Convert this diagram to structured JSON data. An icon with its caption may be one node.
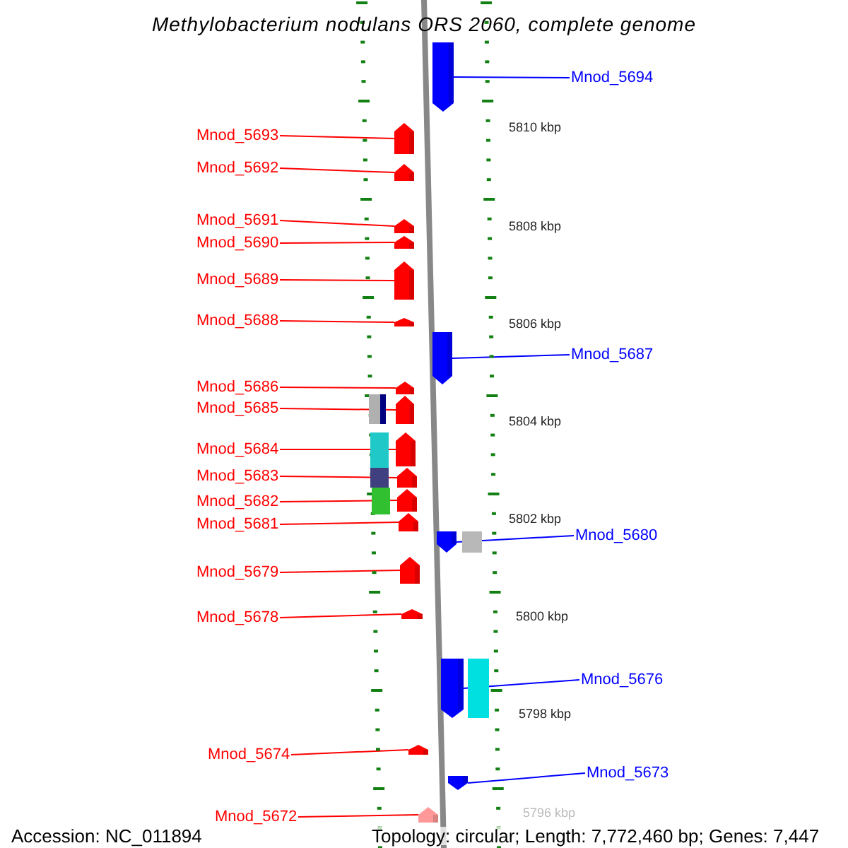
{
  "diagram": {
    "title": "Methylobacterium nodulans ORS 2060, complete genome",
    "nodes": [
      {
        "text": [
          "Mnod_5694"
        ]
      },
      {
        "text": [],
        "shape": "arrow"
      },
      {
        "text": [
          "Mnod_5693"
        ]
      },
      {
        "text": [],
        "shape": "arrow"
      },
      {
        "text": [
          "Mnod_5692"
        ]
      },
      {
        "text": [],
        "shape": "arrow"
      },
      {
        "text": [
          "Mnod_5691"
        ]
      },
      {
        "text": [],
        "shape": "arrow"
      },
      {
        "text": [
          "Mnod_5690"
        ]
      },
      {
        "text": [],
        "shape": "arrow"
      },
      {
        "text": [
          "Mnod_5689"
        ]
      },
      {
        "text": [],
        "shape": "arrow"
      },
      {
        "text": [
          "Mnod_5688"
        ]
      },
      {
        "text": [],
        "shape": "arrow"
      },
      {
        "text": [
          "Mnod_5687"
        ]
      },
      {
        "text": [],
        "shape": "arrow"
      },
      {
        "text": [
          "Mnod_5686"
        ]
      },
      {
        "text": [],
        "shape": "arrow"
      },
      {
        "text": [
          "Mnod_5685"
        ]
      },
      {
        "text": [],
        "shape": "arrow"
      },
      {
        "text": [
          "Mnod_5684"
        ]
      },
      {
        "text": [],
        "shape": "arrow"
      },
      {
        "text": [
          "Mnod_5683"
        ]
      },
      {
        "text": [],
        "shape": "arrow"
      },
      {
        "text": [
          "Mnod_5682"
        ]
      },
      {
        "text": [],
        "shape": "arrow"
      },
      {
        "text": [
          "Mnod_5681"
        ]
      },
      {
        "text": [],
        "shape": "arrow"
      },
      {
        "text": [
          "Mnod_5680"
        ]
      },
      {
        "text": [],
        "shape": "arrow"
      },
      {
        "text": [
          "Mnod_5679"
        ]
      },
      {
        "text": [],
        "shape": "arrow"
      },
      {
        "text": [
          "Mnod_5678"
        ]
      },
      {
        "text": [],
        "shape": "arrow"
      },
      {
        "text": [
          "Mnod_5676"
        ]
      },
      {
        "text": [],
        "shape": "arrow"
      },
      {
        "text": [
          "Mnod_5674"
        ]
      },
      {
        "text": [],
        "shape": "arrow"
      },
      {
        "text": [
          "Mnod_5673"
        ]
      },
      {
        "text": [],
        "shape": "arrow"
      },
      {
        "text": [
          "Mnod_5672"
        ]
      },
      {
        "text": [],
        "shape": "arrow"
      }
    ],
    "edges": [
      {
        "from": 0,
        "to": 1,
        "arrow": "none",
        "color": "#0000ff"
      },
      {
        "from": 2,
        "to": 3,
        "arrow": "none"
      },
      {
        "from": 4,
        "to": 5,
        "arrow": "none"
      },
      {
        "from": 6,
        "to": 7,
        "arrow": "none"
      },
      {
        "from": 8,
        "to": 9,
        "arrow": "none"
      },
      {
        "from": 10,
        "to": 11,
        "arrow": "none"
      },
      {
        "from": 12,
        "to": 13,
        "arrow": "none"
      },
      {
        "from": 14,
        "to": 15,
        "arrow": "none",
        "color": "#0000ff"
      },
      {
        "from": 16,
        "to": 17,
        "arrow": "none"
      },
      {
        "from": 18,
        "to": 19,
        "arrow": "none"
      },
      {
        "from": 20,
        "to": 21,
        "arrow": "none"
      },
      {
        "from": 22,
        "to": 23,
        "arrow": "none"
      },
      {
        "from": 24,
        "to": 25,
        "arrow": "none"
      },
      {
        "from": 26,
        "to": 27,
        "arrow": "none"
      },
      {
        "from": 28,
        "to": 29,
        "arrow": "none",
        "color": "#0000ff"
      },
      {
        "from": 30,
        "to": 31,
        "arrow": "none"
      },
      {
        "from": 32,
        "to": 33,
        "arrow": "none"
      },
      {
        "from": 34,
        "to": 35,
        "arrow": "none",
        "color": "#0000ff"
      },
      {
        "from": 36,
        "to": 37,
        "arrow": "none"
      },
      {
        "from": 38,
        "to": 39,
        "arrow": "none",
        "color": "#0000ff"
      },
      {
        "from": 40,
        "to": 41,
        "arrow": "none"
      }
    ],
    "labels": [
      "5810 kbp",
      "5808 kbp",
      "5806 kbp",
      "5804 kbp",
      "5802 kbp",
      "5800 kbp",
      "5798 kbp",
      "5796 kbp",
      "Accession: NC_011894",
      "Topology: circular; Length: 7,772,460 bp; Genes: 7,447"
    ]
  }
}
